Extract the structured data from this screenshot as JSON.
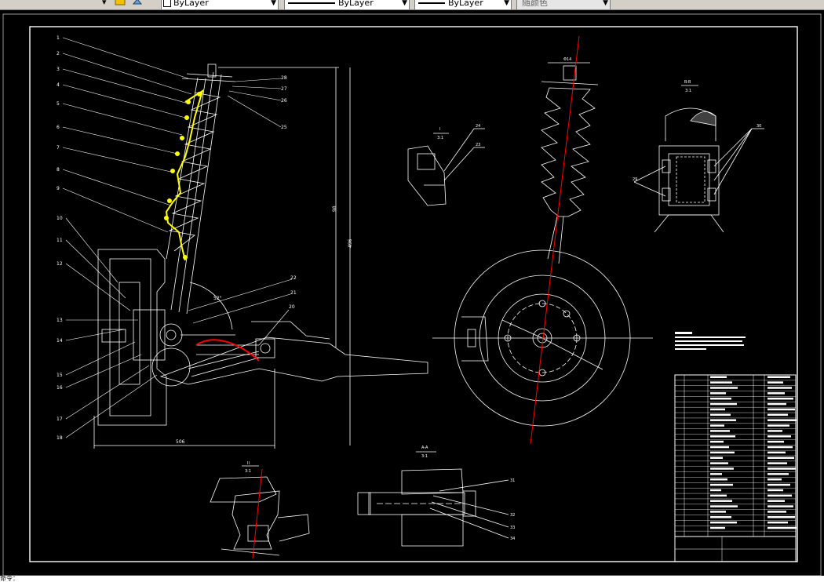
{
  "toolbar": {
    "layer_icons": [
      "layer-state-icon",
      "layer-previous-icon"
    ],
    "color_value": "ByLayer",
    "linetype_value": "ByLayer",
    "lineweight_value": "ByLayer",
    "plotstyle_value": "随颜色"
  },
  "drawing": {
    "callouts_left": [
      "1",
      "2",
      "3",
      "4",
      "5",
      "6",
      "7",
      "8",
      "9",
      "10",
      "11",
      "12",
      "13",
      "14",
      "15",
      "16",
      "17",
      "18"
    ],
    "callouts_right_top": [
      "28",
      "27",
      "26",
      "25"
    ],
    "callouts_mid": [
      "22",
      "21",
      "20"
    ],
    "dim_angle": "52°",
    "dim_bottom": "506",
    "dim_height_a": "98",
    "dim_height_b": "496",
    "detail_i_title": "I",
    "detail_i_scale": "3:1",
    "detail_i_callouts": [
      "24",
      "23"
    ],
    "section_bb_title": "B-B",
    "section_bb_scale": "3:1",
    "section_bb_callouts": [
      "30",
      "29"
    ],
    "top_dim": "Φ14",
    "detail_ii_title": "II",
    "detail_ii_scale": "3:1",
    "section_aa_title": "A-A",
    "section_aa_scale": "3:1",
    "section_aa_callouts": [
      "31",
      "32",
      "33",
      "34"
    ]
  },
  "colors": {
    "background": "#000000",
    "line": "#ffffff",
    "spring": "#ffff00",
    "centerline": "#ff0000",
    "toolbar": "#d4d0c8"
  },
  "command_line": "命令："
}
